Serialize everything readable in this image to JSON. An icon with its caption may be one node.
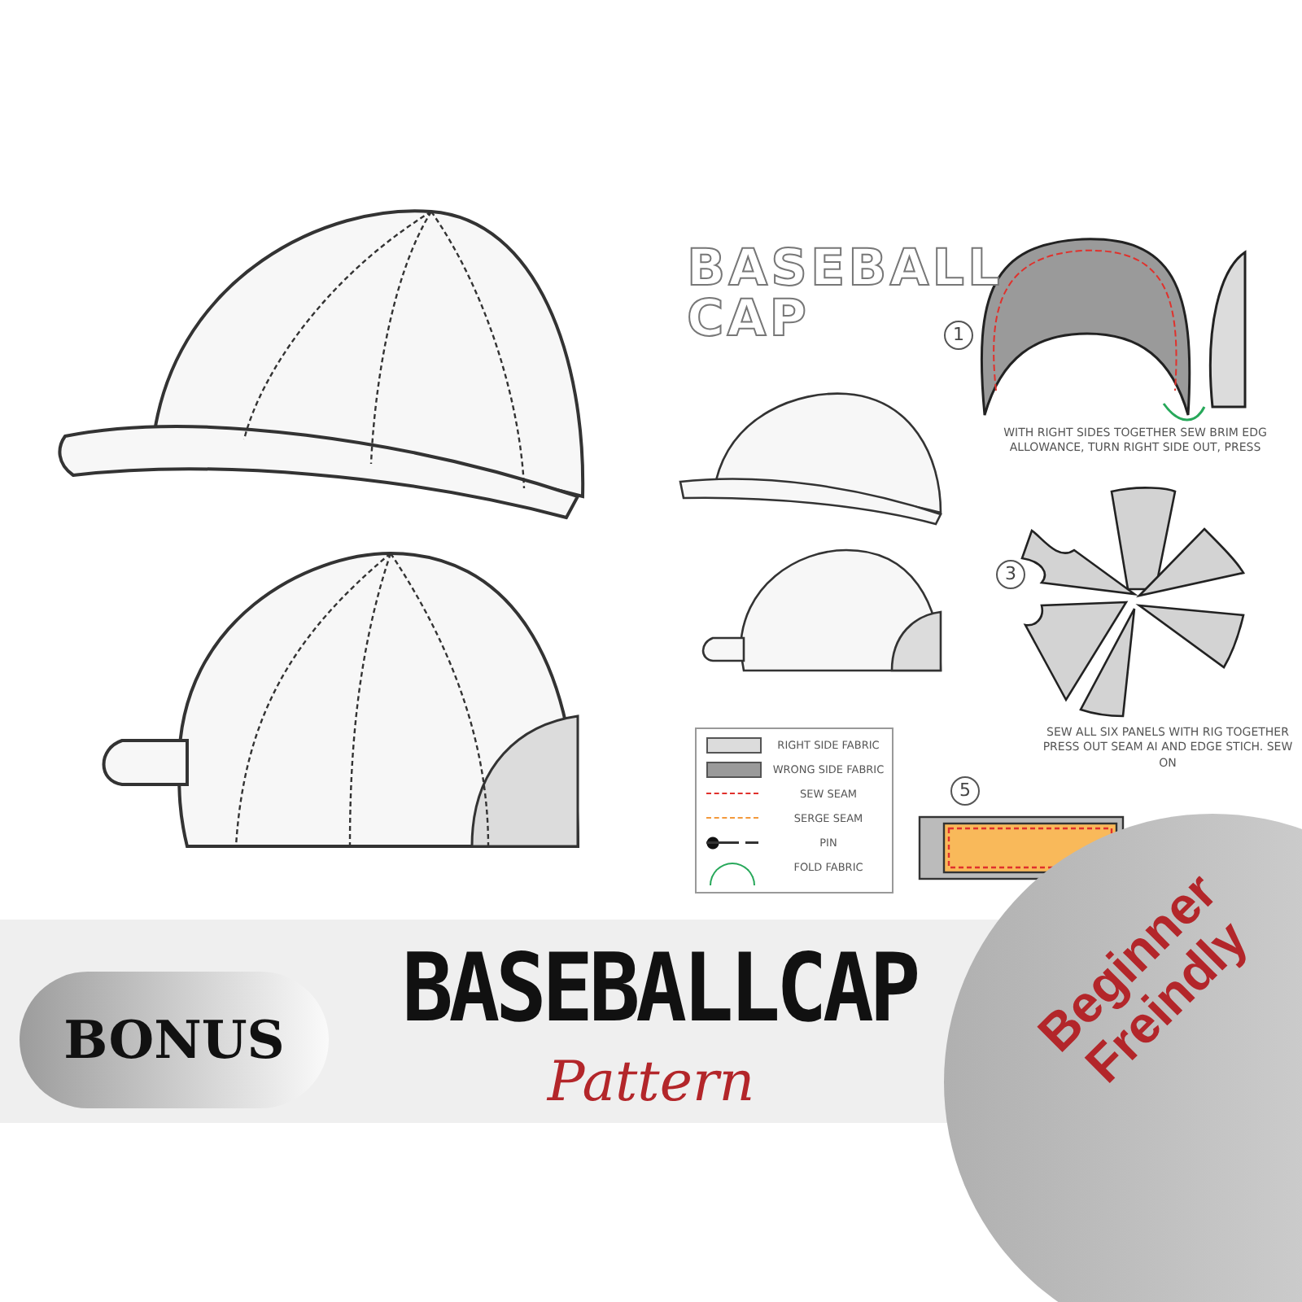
{
  "diagram": {
    "labels": [
      "BASEBALL CAP",
      "1",
      "WITH RIGHT SIDES TOGETHER SEW BRIM EDG ALLOWANCE, TURN RIGHT SIDE OUT, PRESS",
      "3",
      "SEW ALL SIX PANELS WITH RIG TOGETHER PRESS OUT SEAM AI AND EDGE STICH. SEW ON",
      "5",
      "BONUS",
      "BASEBALLCAP",
      "Pattern",
      "Beginner Freindly"
    ],
    "legend": [
      {
        "text": "RIGHT SIDE FABRIC",
        "color": "#dcdcdc"
      },
      {
        "text": "WRONG SIDE FABRIC",
        "color": "#9a9a9a"
      },
      {
        "text": "SEW SEAM"
      },
      {
        "text": "SERGE SEAM"
      },
      {
        "text": "PIN"
      },
      {
        "text": "FOLD FABRIC"
      }
    ]
  }
}
